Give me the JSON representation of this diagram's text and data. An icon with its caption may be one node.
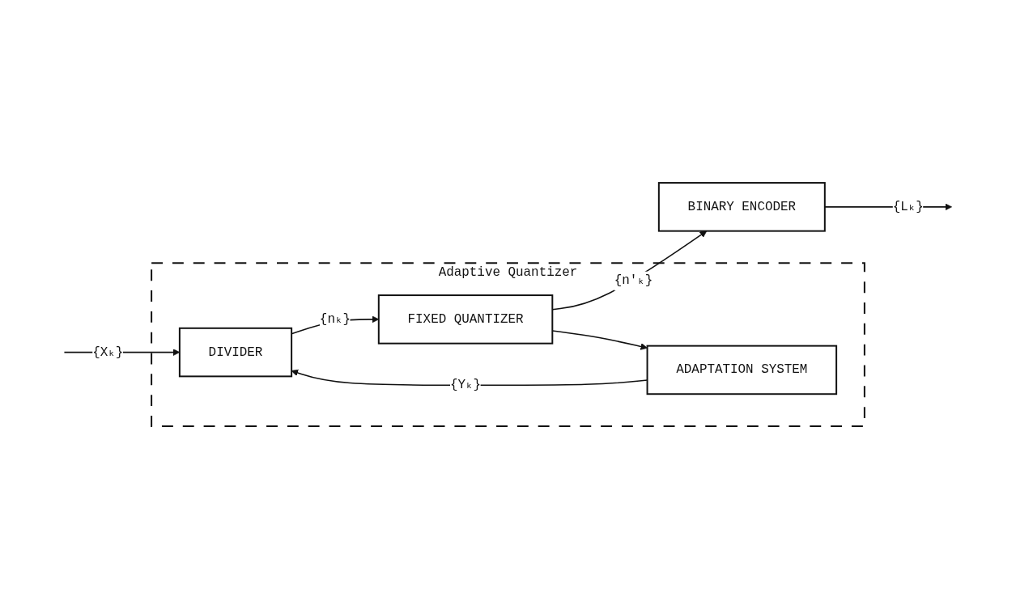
{
  "diagram": {
    "nodes": [
      {
        "text": [
          "Adaptive Quantizer"
        ]
      },
      {
        "text": [
          "DIVIDER"
        ],
        "in": 0
      },
      {
        "text": [
          "FIXED QUANTIZER"
        ],
        "in": 0
      },
      {
        "text": [
          "ADAPTATION SYSTEM"
        ],
        "in": 0
      },
      {
        "text": [
          "BINARY ENCODER"
        ]
      }
    ],
    "edges": [
      {
        "from": null,
        "to": 1,
        "arrow": "to",
        "label": "{Xₖ}"
      },
      {
        "from": 1,
        "to": 2,
        "arrow": "to",
        "label": "{nₖ}"
      },
      {
        "from": 2,
        "to": 4,
        "arrow": "to",
        "label": "{n'ₖ}"
      },
      {
        "from": 2,
        "to": 3,
        "arrow": "to"
      },
      {
        "from": 3,
        "to": 1,
        "arrow": "to",
        "label": "{Yₖ}"
      },
      {
        "from": 4,
        "to": null,
        "arrow": "to",
        "label": "{Lₖ}"
      }
    ]
  }
}
